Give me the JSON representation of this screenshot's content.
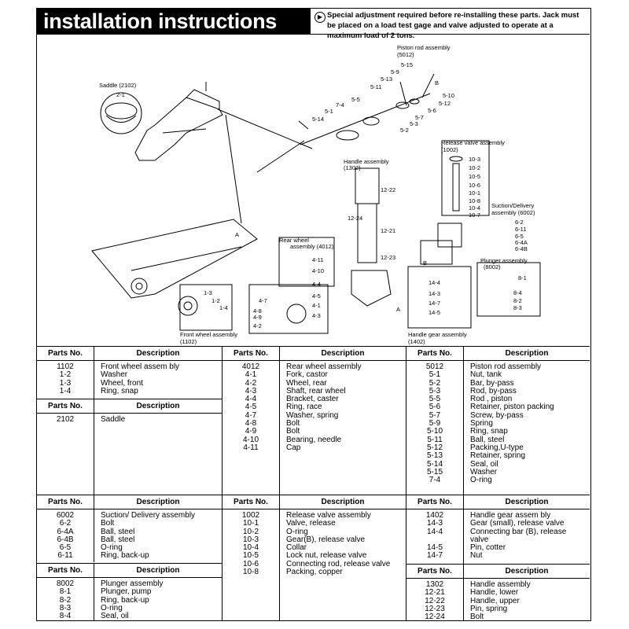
{
  "header": {
    "title": "installation instructions",
    "note": "Special adjustment required before re-installing these parts. Jack must be placed on a load test gage and valve adjusted to operate at a maximum load of 2 tons."
  },
  "diagram": {
    "labels": {
      "saddle": "Saddle (2102)",
      "saddle_part": "2-1",
      "piston_rod": "Piston rod assembly",
      "piston_rod_no": "(5012)",
      "release_valve": "Release valve assembly",
      "release_valve_no": "(1002)",
      "handle": "Handle assembly",
      "handle_no": "(1302)",
      "suction": "Suction/Delivery",
      "suction2": "assembly (6002)",
      "rear_wheel": "Rear wheel",
      "rear_wheel2": "assembly (4012)",
      "plunger": "Plunger assembly",
      "plunger_no": "(8002)",
      "front_wheel": "Front wheel assembly",
      "front_wheel_no": "(1102)",
      "handle_gear": "Handle gear assembly",
      "handle_gear_no": "(1402)",
      "p_515": "5-15",
      "p_59": "5-9",
      "p_513": "5-13",
      "p_511": "5-11",
      "p_b": "B",
      "p_510": "5-10",
      "p_512": "5-12",
      "p_56": "5-6",
      "p_57": "5-7",
      "p_55": "5-5",
      "p_74": "7-4",
      "p_51": "5-1",
      "p_514": "5-14",
      "p_53": "5-3",
      "p_52": "5-2",
      "p_103": "10-3",
      "p_102": "10-2",
      "p_105": "10-5",
      "p_106": "10-6",
      "p_101": "10-1",
      "p_108": "10-8",
      "p_104": "10-4",
      "p_107": "10-7",
      "p_62": "6-2",
      "p_611": "6-11",
      "p_65": "6-5",
      "p_64a": "6-4A",
      "p_64b": "6-4B",
      "p_1222": "12-22",
      "p_1224": "12-24",
      "p_1221": "12-21",
      "p_1223": "12-23",
      "p_411": "4-11",
      "p_410": "4-10",
      "p_44": "4-4",
      "p_45": "4-5",
      "p_41": "4-1",
      "p_43": "4-3",
      "p_47": "4-7",
      "p_48": "4-8",
      "p_49": "4-9",
      "p_42": "4-2",
      "p_81": "8-1",
      "p_84": "8-4",
      "p_82": "8-2",
      "p_83": "8-3",
      "p_144": "14-4",
      "p_143": "14-3",
      "p_147": "14-7",
      "p_145": "14-5",
      "p_a": "A",
      "p_a2": "A",
      "p_b2": "B",
      "p_13": "1-3",
      "p_12": "1-2",
      "p_14": "1-4"
    }
  },
  "tables": {
    "headers": {
      "parts_no": "Parts No.",
      "description": "Description"
    },
    "col1": {
      "groups": [
        {
          "rows": [
            [
              "1102",
              "Front wheel assem bly"
            ],
            [
              "1-2",
              "Washer"
            ],
            [
              "1-3",
              "Wheel, front"
            ],
            [
              "1-4",
              "Ring, snap"
            ]
          ]
        },
        {
          "rows": [
            [
              "2102",
              "Saddle"
            ]
          ]
        },
        {
          "rows": [
            [
              "6002",
              "Suction/ Delivery assembly"
            ],
            [
              "6-2",
              "Bolt"
            ],
            [
              "6-4A",
              "Ball, steel"
            ],
            [
              "6-4B",
              "Ball, steel"
            ],
            [
              "6-5",
              "O-ring"
            ],
            [
              "6-11",
              "Ring, back-up"
            ]
          ]
        },
        {
          "rows": [
            [
              "8002",
              "Plunger assembly"
            ],
            [
              "8-1",
              "Plunger, pump"
            ],
            [
              "8-2",
              "Ring, back-up"
            ],
            [
              "8-3",
              "O-ring"
            ],
            [
              "8-4",
              "Seal, oil"
            ]
          ]
        }
      ]
    },
    "col2": {
      "groups": [
        {
          "rows": [
            [
              "4012",
              "Rear wheel assembly"
            ],
            [
              "4-1",
              "Fork, castor"
            ],
            [
              "4-2",
              "Wheel, rear"
            ],
            [
              "4-3",
              "Shaft, rear wheel"
            ],
            [
              "4-4",
              "Bracket, caster"
            ],
            [
              "4-5",
              "Ring, race"
            ],
            [
              "4-7",
              "Washer, spring"
            ],
            [
              "4-8",
              "Bolt"
            ],
            [
              "4-9",
              "Bolt"
            ],
            [
              "4-10",
              "Bearing, needle"
            ],
            [
              "4-11",
              "Cap"
            ]
          ]
        },
        {
          "rows": [
            [
              "1002",
              "Release valve assembly"
            ],
            [
              "10-1",
              "Valve, release"
            ],
            [
              "10-2",
              "O-ring"
            ],
            [
              "10-3",
              "Gear(B), release valve"
            ],
            [
              "10-4",
              "Collar"
            ],
            [
              "10-5",
              "Lock nut, release valve"
            ],
            [
              "10-6",
              "Connecting rod, release valve"
            ],
            [
              "10-8",
              "Packing, copper"
            ]
          ]
        }
      ]
    },
    "col3": {
      "groups": [
        {
          "rows": [
            [
              "5012",
              "Piston rod assembly"
            ],
            [
              "5-1",
              "Nut, tank"
            ],
            [
              "5-2",
              "Bar, by-pass"
            ],
            [
              "5-3",
              "Rod, by-pass"
            ],
            [
              "5-5",
              "Rod , piston"
            ],
            [
              "5-6",
              "Retainer, piston packing"
            ],
            [
              "5-7",
              "Screw, by-pass"
            ],
            [
              "5-9",
              "Spring"
            ],
            [
              "5-10",
              "Ring, snap"
            ],
            [
              "5-11",
              "Ball, steel"
            ],
            [
              "5-12",
              "Packing,U-type"
            ],
            [
              "5-13",
              "Retainer, spring"
            ],
            [
              "5-14",
              "Seal, oil"
            ],
            [
              "5-15",
              "Washer"
            ],
            [
              "7-4",
              "O-ring"
            ]
          ]
        },
        {
          "rows": [
            [
              "1402",
              "Handle gear assem bly"
            ],
            [
              "14-3",
              "Gear (small), release valve"
            ],
            [
              "14-4",
              "Connecting bar (B), release"
            ],
            [
              "",
              "valve"
            ],
            [
              "14-5",
              "Pin, cotter"
            ],
            [
              "14-7",
              "Nut"
            ]
          ]
        },
        {
          "rows": [
            [
              "1302",
              "Handle assembly"
            ],
            [
              "12-21",
              "Handle, lower"
            ],
            [
              "12-22",
              "Handle, upper"
            ],
            [
              "12-23",
              "Pin, spring"
            ],
            [
              "12-24",
              "Bolt"
            ]
          ]
        }
      ]
    }
  }
}
